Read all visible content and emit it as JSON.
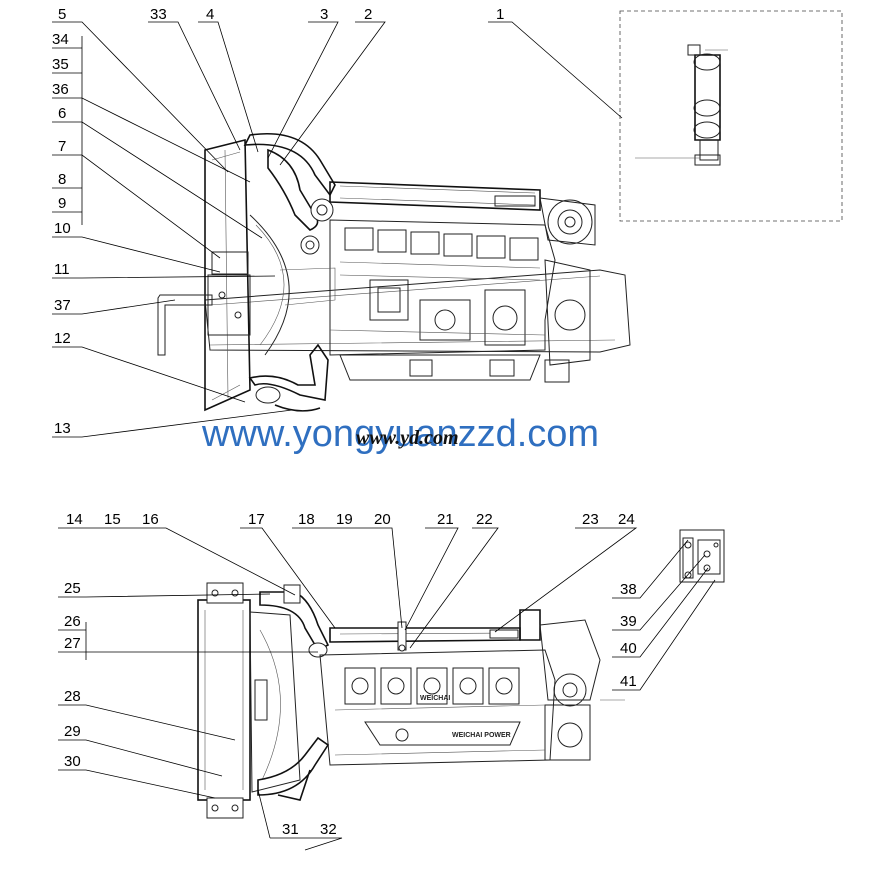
{
  "watermark": {
    "main": "www.yongyuanzzd.com",
    "overlay": "www.yd.com",
    "color": "#2f6fc0"
  },
  "brand_text": [
    "WEICHAI POWER",
    "WEICHAI"
  ],
  "callouts": {
    "c1": "1",
    "c2": "2",
    "c3": "3",
    "c4": "4",
    "c5": "5",
    "c6": "6",
    "c7": "7",
    "c8": "8",
    "c9": "9",
    "c10": "10",
    "c11": "11",
    "c12": "12",
    "c13": "13",
    "c14": "14",
    "c15": "15",
    "c16": "16",
    "c17": "17",
    "c18": "18",
    "c19": "19",
    "c20": "20",
    "c21": "21",
    "c22": "22",
    "c23": "23",
    "c24": "24",
    "c25": "25",
    "c26": "26",
    "c27": "27",
    "c28": "28",
    "c29": "29",
    "c30": "30",
    "c31": "31",
    "c32": "32",
    "c33": "33",
    "c34": "34",
    "c35": "35",
    "c36": "36",
    "c37": "37",
    "c38": "38",
    "c39": "39",
    "c40": "40",
    "c41": "41"
  }
}
